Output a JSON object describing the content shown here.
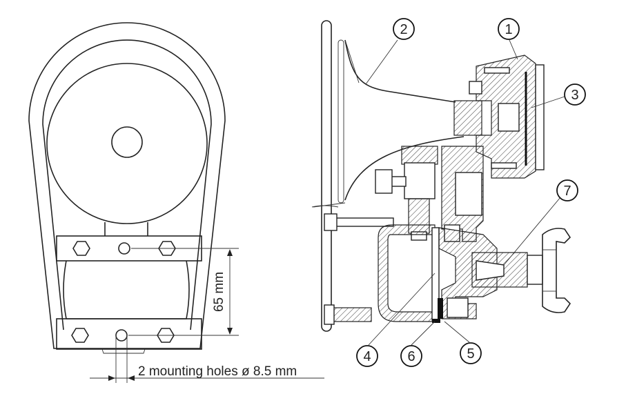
{
  "front_view": {
    "dimension_label": "65 mm",
    "holes_label": "2 mounting holes ø 8.5 mm"
  },
  "section_view": {
    "callouts": [
      "1",
      "2",
      "3",
      "4",
      "5",
      "6",
      "7"
    ]
  }
}
